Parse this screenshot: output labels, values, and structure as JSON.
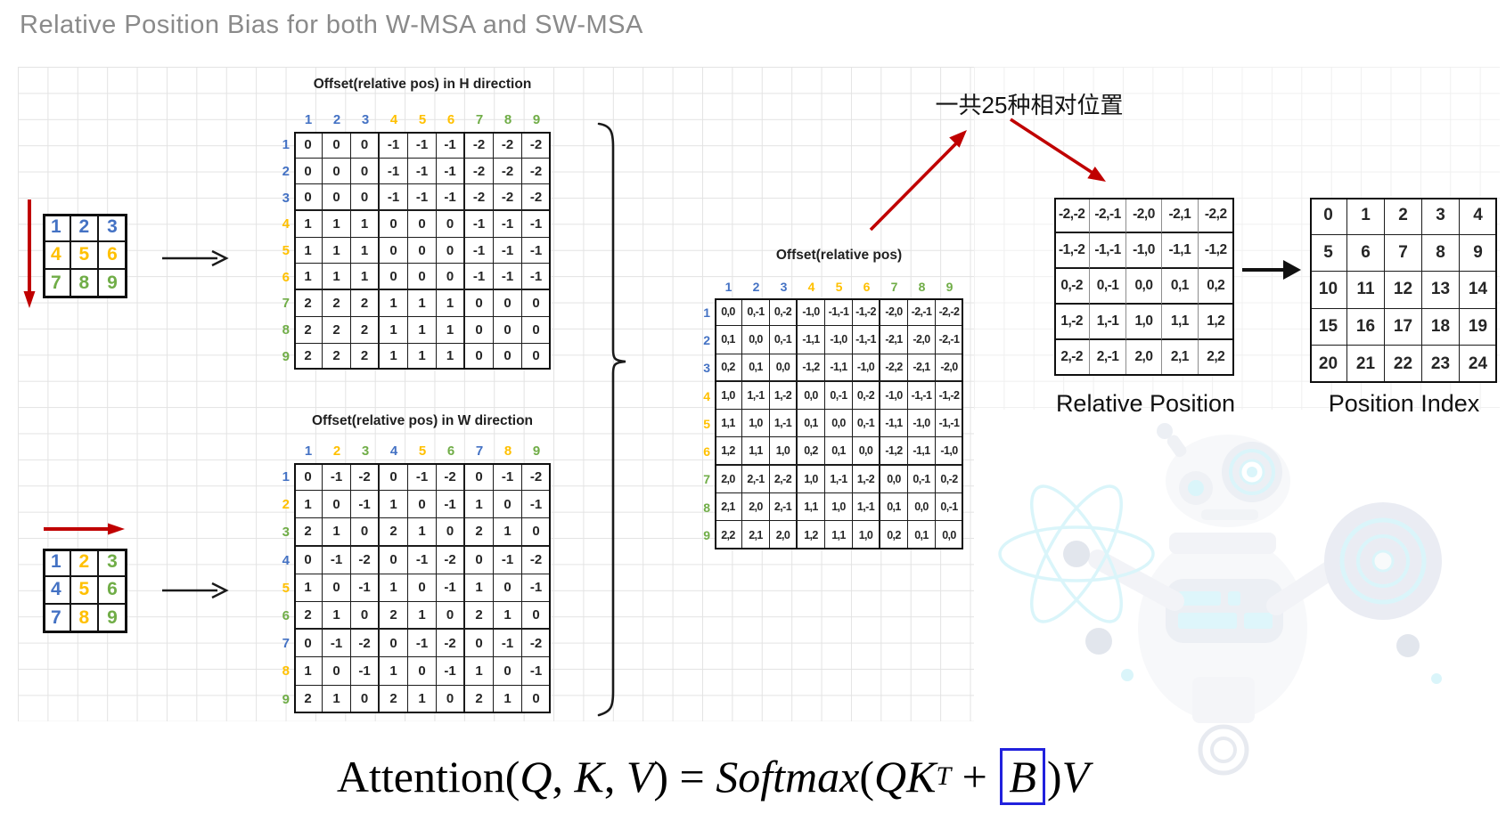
{
  "title": "Relative Position Bias for both W-MSA and SW-MSA",
  "annotation": "一共25种相对位置",
  "colors": {
    "blue": "#4472c4",
    "yellow": "#ffc000",
    "green": "#70ad47",
    "red": "#c00000",
    "arrow_black": "#1a1a1a",
    "title_gray": "#8a8a8a",
    "formula_box_blue": "#2121dd",
    "watermark_cyan": "#bdeef7",
    "watermark_gray": "#eef0f4"
  },
  "grid_top": {
    "rows": [
      [
        1,
        2,
        3
      ],
      [
        4,
        5,
        6
      ],
      [
        7,
        8,
        9
      ]
    ],
    "color_mode": "rows"
  },
  "grid_bottom": {
    "rows": [
      [
        1,
        2,
        3
      ],
      [
        4,
        5,
        6
      ],
      [
        7,
        8,
        9
      ]
    ],
    "color_mode": "cols"
  },
  "h_table": {
    "title": "Offset(relative pos) in H direction",
    "col_headers": [
      "1",
      "2",
      "3",
      "4",
      "5",
      "6",
      "7",
      "8",
      "9"
    ],
    "row_headers": [
      "1",
      "2",
      "3",
      "4",
      "5",
      "6",
      "7",
      "8",
      "9"
    ],
    "header_colors": [
      "blue",
      "blue",
      "blue",
      "yellow",
      "yellow",
      "yellow",
      "green",
      "green",
      "green"
    ],
    "thick_groups": true,
    "values": [
      [
        0,
        0,
        0,
        -1,
        -1,
        -1,
        -2,
        -2,
        -2
      ],
      [
        0,
        0,
        0,
        -1,
        -1,
        -1,
        -2,
        -2,
        -2
      ],
      [
        0,
        0,
        0,
        -1,
        -1,
        -1,
        -2,
        -2,
        -2
      ],
      [
        1,
        1,
        1,
        0,
        0,
        0,
        -1,
        -1,
        -1
      ],
      [
        1,
        1,
        1,
        0,
        0,
        0,
        -1,
        -1,
        -1
      ],
      [
        1,
        1,
        1,
        0,
        0,
        0,
        -1,
        -1,
        -1
      ],
      [
        2,
        2,
        2,
        1,
        1,
        1,
        0,
        0,
        0
      ],
      [
        2,
        2,
        2,
        1,
        1,
        1,
        0,
        0,
        0
      ],
      [
        2,
        2,
        2,
        1,
        1,
        1,
        0,
        0,
        0
      ]
    ]
  },
  "w_table": {
    "title": "Offset(relative pos) in W direction",
    "col_headers": [
      "1",
      "2",
      "3",
      "4",
      "5",
      "6",
      "7",
      "8",
      "9"
    ],
    "row_headers": [
      "1",
      "2",
      "3",
      "4",
      "5",
      "6",
      "7",
      "8",
      "9"
    ],
    "header_colors": [
      "blue",
      "yellow",
      "green",
      "blue",
      "yellow",
      "green",
      "blue",
      "yellow",
      "green"
    ],
    "thick_groups": true,
    "values": [
      [
        0,
        -1,
        -2,
        0,
        -1,
        -2,
        0,
        -1,
        -2
      ],
      [
        1,
        0,
        -1,
        1,
        0,
        -1,
        1,
        0,
        -1
      ],
      [
        2,
        1,
        0,
        2,
        1,
        0,
        2,
        1,
        0
      ],
      [
        0,
        -1,
        -2,
        0,
        -1,
        -2,
        0,
        -1,
        -2
      ],
      [
        1,
        0,
        -1,
        1,
        0,
        -1,
        1,
        0,
        -1
      ],
      [
        2,
        1,
        0,
        2,
        1,
        0,
        2,
        1,
        0
      ],
      [
        0,
        -1,
        -2,
        0,
        -1,
        -2,
        0,
        -1,
        -2
      ],
      [
        1,
        0,
        -1,
        1,
        0,
        -1,
        1,
        0,
        -1
      ],
      [
        2,
        1,
        0,
        2,
        1,
        0,
        2,
        1,
        0
      ]
    ]
  },
  "offset_table": {
    "title": "Offset(relative pos)",
    "col_headers": [
      "1",
      "2",
      "3",
      "4",
      "5",
      "6",
      "7",
      "8",
      "9"
    ],
    "row_headers": [
      "1",
      "2",
      "3",
      "4",
      "5",
      "6",
      "7",
      "8",
      "9"
    ],
    "header_colors": [
      "blue",
      "blue",
      "blue",
      "yellow",
      "yellow",
      "yellow",
      "green",
      "green",
      "green"
    ],
    "thick_groups": true,
    "values": [
      [
        "0,0",
        "0,-1",
        "0,-2",
        "-1,0",
        "-1,-1",
        "-1,-2",
        "-2,0",
        "-2,-1",
        "-2,-2"
      ],
      [
        "0,1",
        "0,0",
        "0,-1",
        "-1,1",
        "-1,0",
        "-1,-1",
        "-2,1",
        "-2,0",
        "-2,-1"
      ],
      [
        "0,2",
        "0,1",
        "0,0",
        "-1,2",
        "-1,1",
        "-1,0",
        "-2,2",
        "-2,1",
        "-2,0"
      ],
      [
        "1,0",
        "1,-1",
        "1,-2",
        "0,0",
        "0,-1",
        "0,-2",
        "-1,0",
        "-1,-1",
        "-1,-2"
      ],
      [
        "1,1",
        "1,0",
        "1,-1",
        "0,1",
        "0,0",
        "0,-1",
        "-1,1",
        "-1,0",
        "-1,-1"
      ],
      [
        "1,2",
        "1,1",
        "1,0",
        "0,2",
        "0,1",
        "0,0",
        "-1,2",
        "-1,1",
        "-1,0"
      ],
      [
        "2,0",
        "2,-1",
        "2,-2",
        "1,0",
        "1,-1",
        "1,-2",
        "0,0",
        "0,-1",
        "0,-2"
      ],
      [
        "2,1",
        "2,0",
        "2,-1",
        "1,1",
        "1,0",
        "1,-1",
        "0,1",
        "0,0",
        "0,-1"
      ],
      [
        "2,2",
        "2,1",
        "2,0",
        "1,2",
        "1,1",
        "1,0",
        "0,2",
        "0,1",
        "0,0"
      ]
    ]
  },
  "relative_position": {
    "label": "Relative Position",
    "values": [
      [
        "-2,-2",
        "-2,-1",
        "-2,0",
        "-2,1",
        "-2,2"
      ],
      [
        "-1,-2",
        "-1,-1",
        "-1,0",
        "-1,1",
        "-1,2"
      ],
      [
        "0,-2",
        "0,-1",
        "0,0",
        "0,1",
        "0,2"
      ],
      [
        "1,-2",
        "1,-1",
        "1,0",
        "1,1",
        "1,2"
      ],
      [
        "2,-2",
        "2,-1",
        "2,0",
        "2,1",
        "2,2"
      ]
    ]
  },
  "position_index": {
    "label": "Position Index",
    "values": [
      [
        0,
        1,
        2,
        3,
        4
      ],
      [
        5,
        6,
        7,
        8,
        9
      ],
      [
        10,
        11,
        12,
        13,
        14
      ],
      [
        15,
        16,
        17,
        18,
        19
      ],
      [
        20,
        21,
        22,
        23,
        24
      ]
    ]
  },
  "formula": {
    "parts": [
      {
        "t": "Attention(",
        "s": "rm"
      },
      {
        "t": "Q",
        "s": "it"
      },
      {
        "t": ", ",
        "s": "rm"
      },
      {
        "t": "K",
        "s": "it"
      },
      {
        "t": ", ",
        "s": "rm"
      },
      {
        "t": "V",
        "s": "it"
      },
      {
        "t": ") = ",
        "s": "rm"
      },
      {
        "t": "Softmax",
        "s": "it"
      },
      {
        "t": "(",
        "s": "rm"
      },
      {
        "t": "QK",
        "s": "it"
      },
      {
        "t": "T",
        "s": "sup"
      },
      {
        "t": " + ",
        "s": "rm"
      },
      {
        "t": "B",
        "s": "box"
      },
      {
        "t": ")",
        "s": "rm"
      },
      {
        "t": "V",
        "s": "it"
      }
    ]
  }
}
